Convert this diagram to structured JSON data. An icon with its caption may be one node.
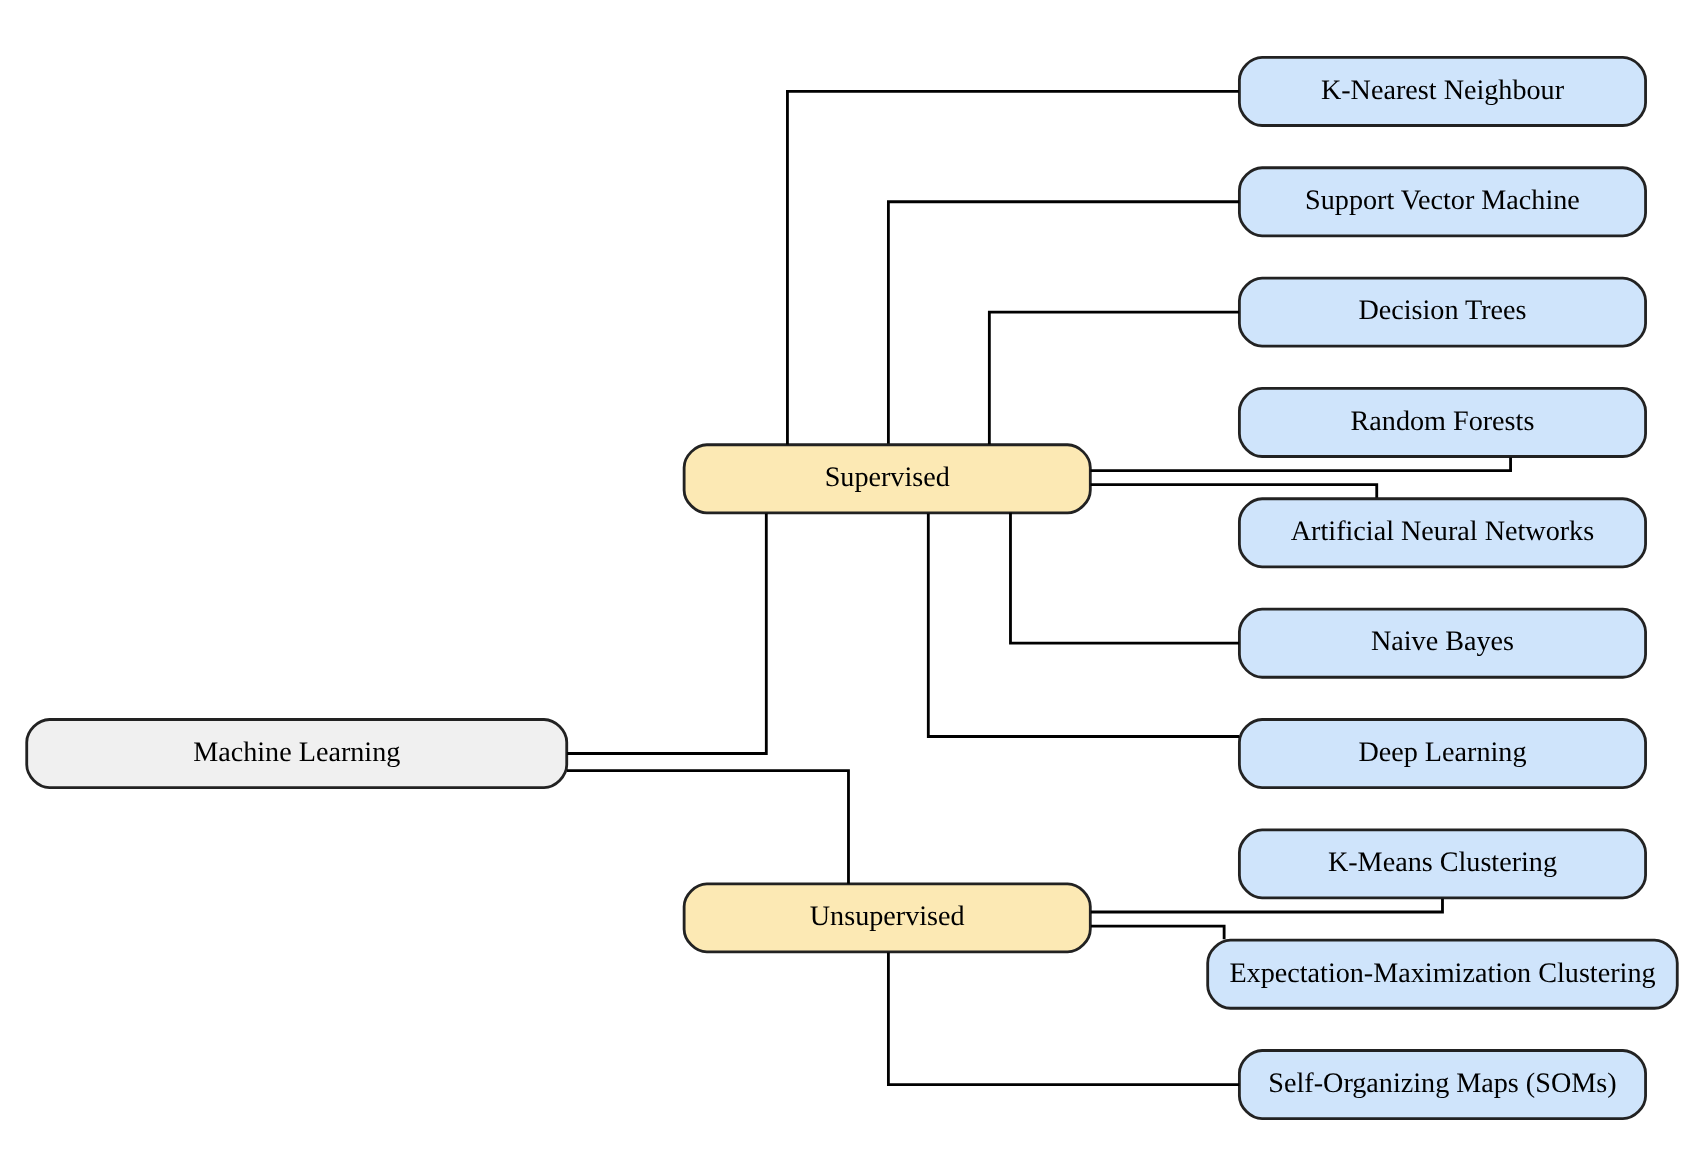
{
  "diagram": {
    "nodes": [
      {
        "text": [
          "Machine Learning"
        ]
      },
      {
        "text": [
          "Supervised"
        ]
      },
      {
        "text": [
          "Unsupervised"
        ]
      },
      {
        "text": [
          "K-Nearest Neighbour"
        ]
      },
      {
        "text": [
          "Support Vector Machine"
        ]
      },
      {
        "text": [
          "Decision Trees"
        ]
      },
      {
        "text": [
          "Random Forests"
        ]
      },
      {
        "text": [
          "Artificial Neural Networks"
        ]
      },
      {
        "text": [
          "Naive Bayes"
        ]
      },
      {
        "text": [
          "Deep Learning"
        ]
      },
      {
        "text": [
          "K-Means Clustering"
        ]
      },
      {
        "text": [
          "Expectation-Maximization Clustering"
        ]
      },
      {
        "text": [
          "Self-Organizing Maps (SOMs)"
        ]
      }
    ],
    "edges": [
      {
        "from": 0,
        "to": 1,
        "arrow": "none"
      },
      {
        "from": 0,
        "to": 2,
        "arrow": "none"
      },
      {
        "from": 1,
        "to": 3,
        "arrow": "none"
      },
      {
        "from": 1,
        "to": 4,
        "arrow": "none"
      },
      {
        "from": 1,
        "to": 5,
        "arrow": "none"
      },
      {
        "from": 1,
        "to": 6,
        "arrow": "none"
      },
      {
        "from": 1,
        "to": 7,
        "arrow": "none"
      },
      {
        "from": 1,
        "to": 8,
        "arrow": "none"
      },
      {
        "from": 1,
        "to": 9,
        "arrow": "none"
      },
      {
        "from": 2,
        "to": 10,
        "arrow": "none"
      },
      {
        "from": 2,
        "to": 11,
        "arrow": "none"
      },
      {
        "from": 2,
        "to": 12,
        "arrow": "none"
      }
    ]
  }
}
